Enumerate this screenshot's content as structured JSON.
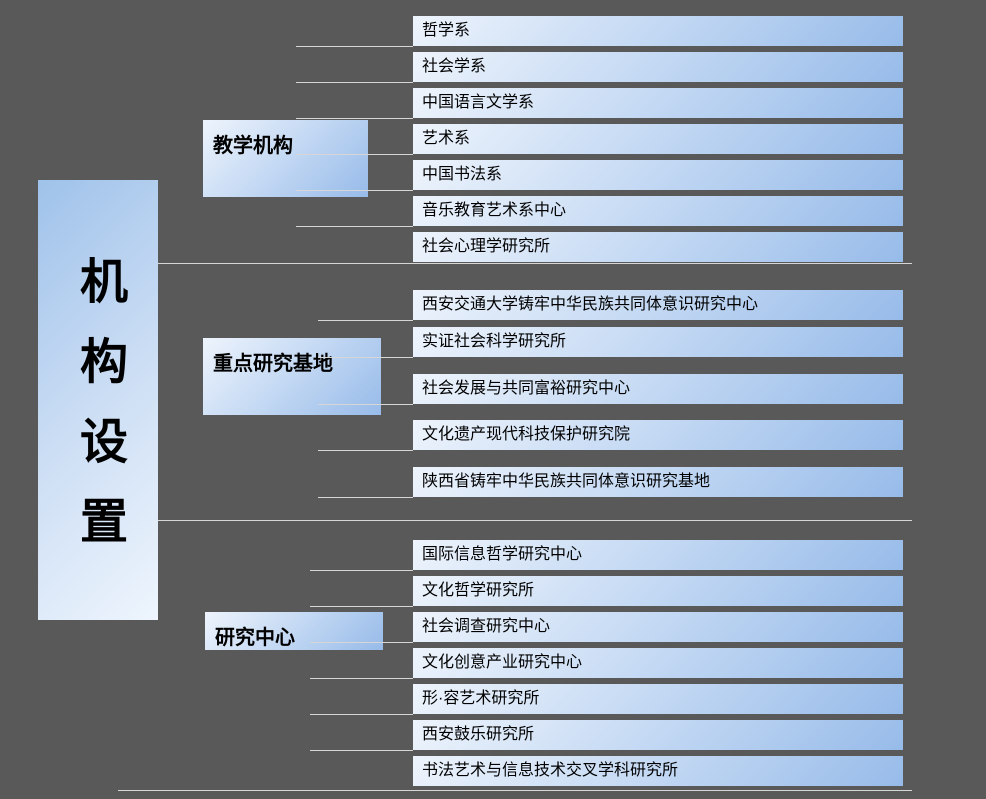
{
  "title": "机构设置",
  "root": {
    "label": "机构设置"
  },
  "groups": [
    {
      "label": "教学机构",
      "items": [
        "哲学系",
        "社会学系",
        "中国语言文学系",
        "艺术系",
        "中国书法系",
        "音乐教育艺术系中心",
        "社会心理学研究所"
      ]
    },
    {
      "label": "重点研究基地",
      "items": [
        "西安交通大学铸牢中华民族共同体意识研究中心",
        "实证社会科学研究所",
        "社会发展与共同富裕研究中心",
        "文化遗产现代科技保护研究院",
        "陕西省铸牢中华民族共同体意识研究基地"
      ]
    },
    {
      "label": "研究中心",
      "items": [
        "国际信息哲学研究中心",
        "文化哲学研究所",
        "社会调查研究中心",
        "文化创意产业研究中心",
        "形·容艺术研究所",
        "西安鼓乐研究所",
        "书法艺术与信息技术交叉学科研究所"
      ]
    }
  ],
  "colors": {
    "background": "#595959",
    "node_gradient_start": "#eef4fc",
    "node_gradient_end": "#97bbe9",
    "root_gradient_start": "#9fc2ea",
    "root_gradient_end": "#eef5fd",
    "connector": "#d6d6d6",
    "text": "#000000"
  }
}
